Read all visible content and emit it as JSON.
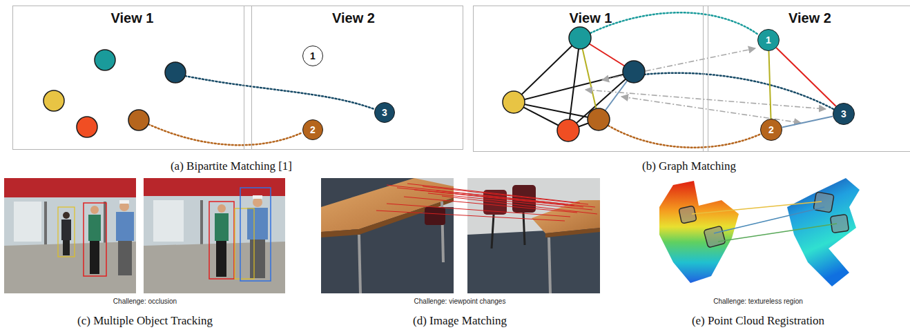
{
  "diagram": {
    "nodes": [
      {
        "text": [
          "View 1"
        ]
      },
      {
        "text": [
          "View 2"
        ]
      },
      {
        "text": [
          "1"
        ],
        "in": 1
      },
      {
        "text": [
          "3"
        ],
        "in": 1
      },
      {
        "text": [
          "2"
        ],
        "in": 1
      },
      {
        "text": [
          "View 1"
        ]
      },
      {
        "text": [
          "View 2"
        ]
      },
      {
        "text": [
          "1"
        ],
        "in": 6
      },
      {
        "text": [
          "3"
        ],
        "in": 6
      },
      {
        "text": [
          "2"
        ],
        "in": 6
      }
    ],
    "edges": [
      {
        "from": 7,
        "to": 8,
        "arrow": "none"
      },
      {
        "from": 7,
        "to": 9,
        "arrow": "none"
      },
      {
        "from": 9,
        "to": 8,
        "arrow": "none"
      }
    ],
    "labels": [
      "(a) Bipartite Matching [1]",
      "(b) Graph Matching",
      "Challenge: occlusion",
      "(c) Multiple Object Tracking",
      "Challenge: viewpoint changes",
      "(d) Image Matching",
      "Challenge: textureless region",
      "(e) Point Cloud Registration"
    ]
  }
}
